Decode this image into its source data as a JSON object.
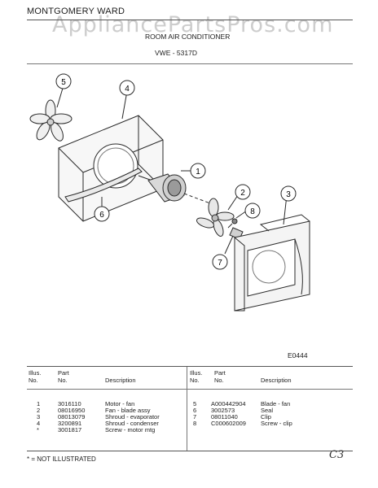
{
  "header": {
    "brand": "MONTGOMERY WARD",
    "watermark": "AppliancePartsPros.com",
    "title": "ROOM AIR CONDITIONER",
    "model": "VWE - 5317D"
  },
  "diagram": {
    "callouts": [
      "1",
      "2",
      "3",
      "4",
      "5",
      "6",
      "7",
      "8"
    ],
    "code": "E0444"
  },
  "parts_table": {
    "headers": {
      "illus_no": "Illus.\nNo.",
      "part_no": "Part\nNo.",
      "description": "Description"
    },
    "left_rows": [
      {
        "illus": "1",
        "part": "3016110",
        "desc": "Motor - fan"
      },
      {
        "illus": "2",
        "part": "08016950",
        "desc": "Fan - blade assy"
      },
      {
        "illus": "3",
        "part": "08013079",
        "desc": "Shroud - evaporator"
      },
      {
        "illus": "4",
        "part": "3200891",
        "desc": "Shroud - condenser"
      },
      {
        "illus": "*",
        "part": "3001817",
        "desc": "Screw - motor mtg"
      }
    ],
    "right_rows": [
      {
        "illus": "5",
        "part": "A000442904",
        "desc": "Blade - fan"
      },
      {
        "illus": "6",
        "part": "3002573",
        "desc": "Seal"
      },
      {
        "illus": "7",
        "part": "08011040",
        "desc": "Clip"
      },
      {
        "illus": "8",
        "part": "C000602009",
        "desc": "Screw - clip"
      }
    ]
  },
  "footnote": "* = NOT ILLUSTRATED",
  "page_mark": "C3"
}
